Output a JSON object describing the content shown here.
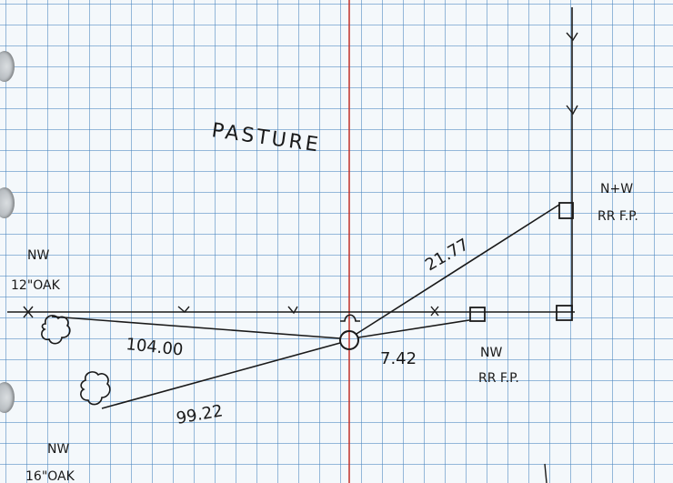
{
  "labels": {
    "pasture": "PASTURE",
    "nw_oak_12_line1": "NW",
    "nw_oak_12_line2": "12\"OAK",
    "nw_oak_16_line1": "NW",
    "nw_oak_16_line2": "16\"OAK",
    "nw_rr_fp_line1": "NW",
    "nw_rr_fp_line2": "RR F.P.",
    "nplusw_rr_fp_line1": "N+W",
    "nplusw_rr_fp_line2": "RR F.P."
  },
  "distances": {
    "to_12_oak": "104.00",
    "to_16_oak": "99.22",
    "to_nw_rr_fp": "7.42",
    "to_nplusw_rr_fp": "21.77"
  },
  "colors": {
    "grid": "#4682be",
    "ink": "#1a1a1a",
    "red_margin": "#c0302a"
  }
}
